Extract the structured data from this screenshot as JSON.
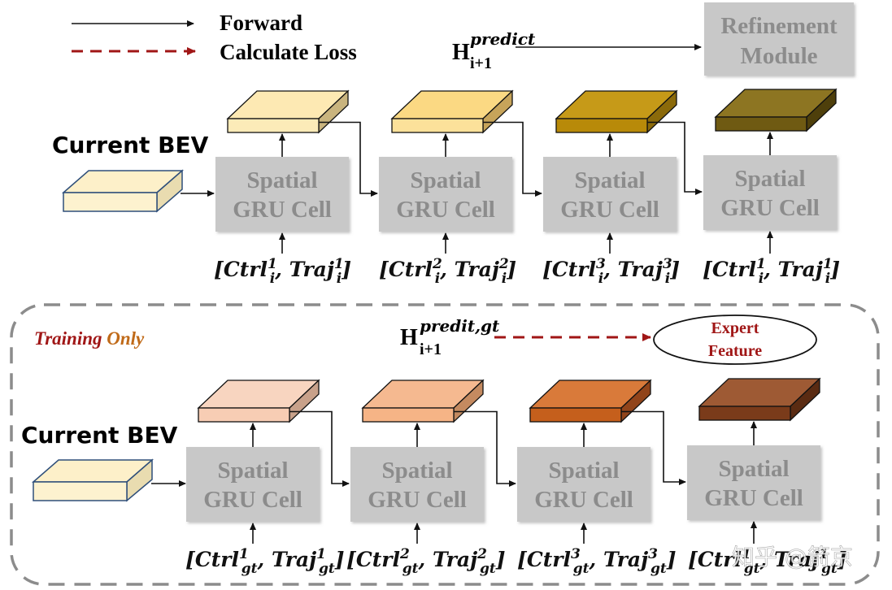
{
  "legend": {
    "forward": "Forward",
    "loss": "Calculate Loss"
  },
  "top": {
    "bev_label": "Current BEV",
    "h_main": "H",
    "h_sub": "i+1",
    "h_sup": "predict",
    "refine_line1": "Refinement",
    "refine_line2": "Module",
    "cells": [
      {
        "line1": "Spatial",
        "line2": "GRU Cell",
        "label": "[Ctrl",
        "n": "1",
        "s": "i",
        "mid": ", Traj",
        "n2": "1",
        "s2": "i",
        "end": "]"
      },
      {
        "line1": "Spatial",
        "line2": "GRU Cell",
        "label": "[Ctrl",
        "n": "2",
        "s": "i",
        "mid": ", Traj",
        "n2": "2",
        "s2": "i",
        "end": "]"
      },
      {
        "line1": "Spatial",
        "line2": "GRU Cell",
        "label": "[Ctrl",
        "n": "3",
        "s": "i",
        "mid": ", Traj",
        "n2": "3",
        "s2": "i",
        "end": "]"
      },
      {
        "line1": "Spatial",
        "line2": "GRU Cell",
        "label": "[Ctrl",
        "n": "1",
        "s": "i",
        "mid": ", Traj",
        "n2": "1",
        "s2": "i",
        "end": "]"
      }
    ],
    "feature_colors": [
      {
        "top": "#fde9b3",
        "front": "#fcebb8",
        "side": "#c9b47e"
      },
      {
        "top": "#fbd983",
        "front": "#fce19a",
        "side": "#c7a45a"
      },
      {
        "top": "#c69a18",
        "front": "#b88a09",
        "side": "#8b6a0a"
      },
      {
        "top": "#8d7522",
        "front": "#6f5a12",
        "side": "#4e3f0b"
      }
    ]
  },
  "bottom": {
    "training": "Training",
    "only": "Only",
    "bev_label": "Current BEV",
    "h_main": "H",
    "h_sub": "i+1",
    "h_sup": "predit,gt",
    "expert_line1": "Expert",
    "expert_line2": "Feature",
    "cells": [
      {
        "line1": "Spatial",
        "line2": "GRU Cell",
        "label": "[Ctrl",
        "n": "1",
        "s": "gt",
        "mid": ", Traj",
        "n2": "1",
        "s2": "gt",
        "end": "]"
      },
      {
        "line1": "Spatial",
        "line2": "GRU Cell",
        "label": "[Ctrl",
        "n": "2",
        "s": "gt",
        "mid": ", Traj",
        "n2": "2",
        "s2": "gt",
        "end": "]"
      },
      {
        "line1": "Spatial",
        "line2": "GRU Cell",
        "label": "[Ctrl",
        "n": "3",
        "s": "gt",
        "mid": ", Traj",
        "n2": "3",
        "s2": "gt",
        "end": "]"
      },
      {
        "line1": "Spatial",
        "line2": "GRU Cell",
        "label": "[Ctrl",
        "n": "1",
        "s": "gt",
        "mid": ", Traj",
        "n2": "1",
        "s2": "gt",
        "end": "]"
      }
    ],
    "feature_colors": [
      {
        "top": "#f8d5c0",
        "front": "#f7cdb4",
        "side": "#c8a18a"
      },
      {
        "top": "#f5b990",
        "front": "#f6b486",
        "side": "#c48a60"
      },
      {
        "top": "#d97a3a",
        "front": "#c55f1c",
        "side": "#91441a"
      },
      {
        "top": "#9e5a34",
        "front": "#7a3b1a",
        "side": "#5a2b12"
      }
    ]
  },
  "colors": {
    "bev_top": "#fdf0c9",
    "bev_front": "#fdf2cf",
    "bev_edge": "#2f4f7a",
    "cell_fill": "#c8c8c8",
    "loss": "#a01616",
    "dashed_box": "#8c8c8c",
    "training": "#a01616",
    "only": "#c06a18"
  },
  "watermark": "知乎 @箭京"
}
